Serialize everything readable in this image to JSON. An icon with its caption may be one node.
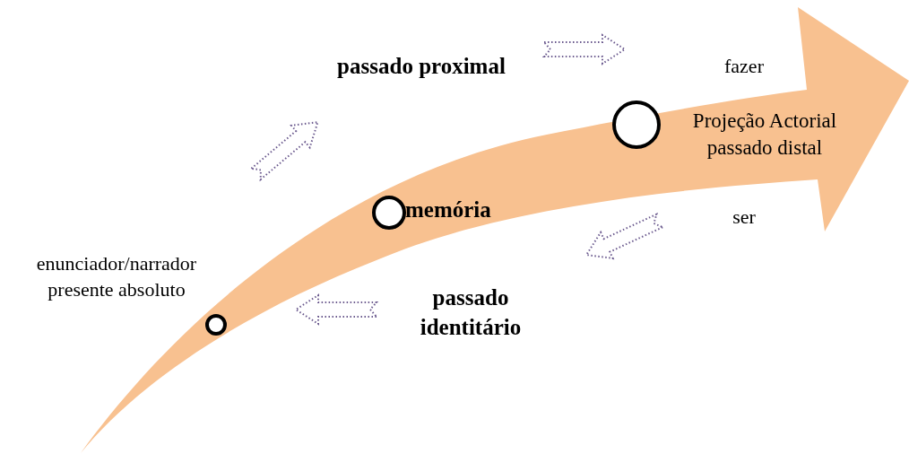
{
  "diagram": {
    "nodes": [
      {
        "text": [],
        "shape": "circle",
        "beside": [
          "enunciador/narrador presente absoluto"
        ]
      },
      {
        "text": [],
        "shape": "circle",
        "beside": [
          "memória"
        ]
      },
      {
        "text": [],
        "shape": "circle",
        "beside": [
          "Projeção Actorial passado distal"
        ]
      }
    ],
    "edges": [],
    "labels": [
      "passado proximal",
      "fazer",
      "ser",
      "passado identitário"
    ]
  }
}
